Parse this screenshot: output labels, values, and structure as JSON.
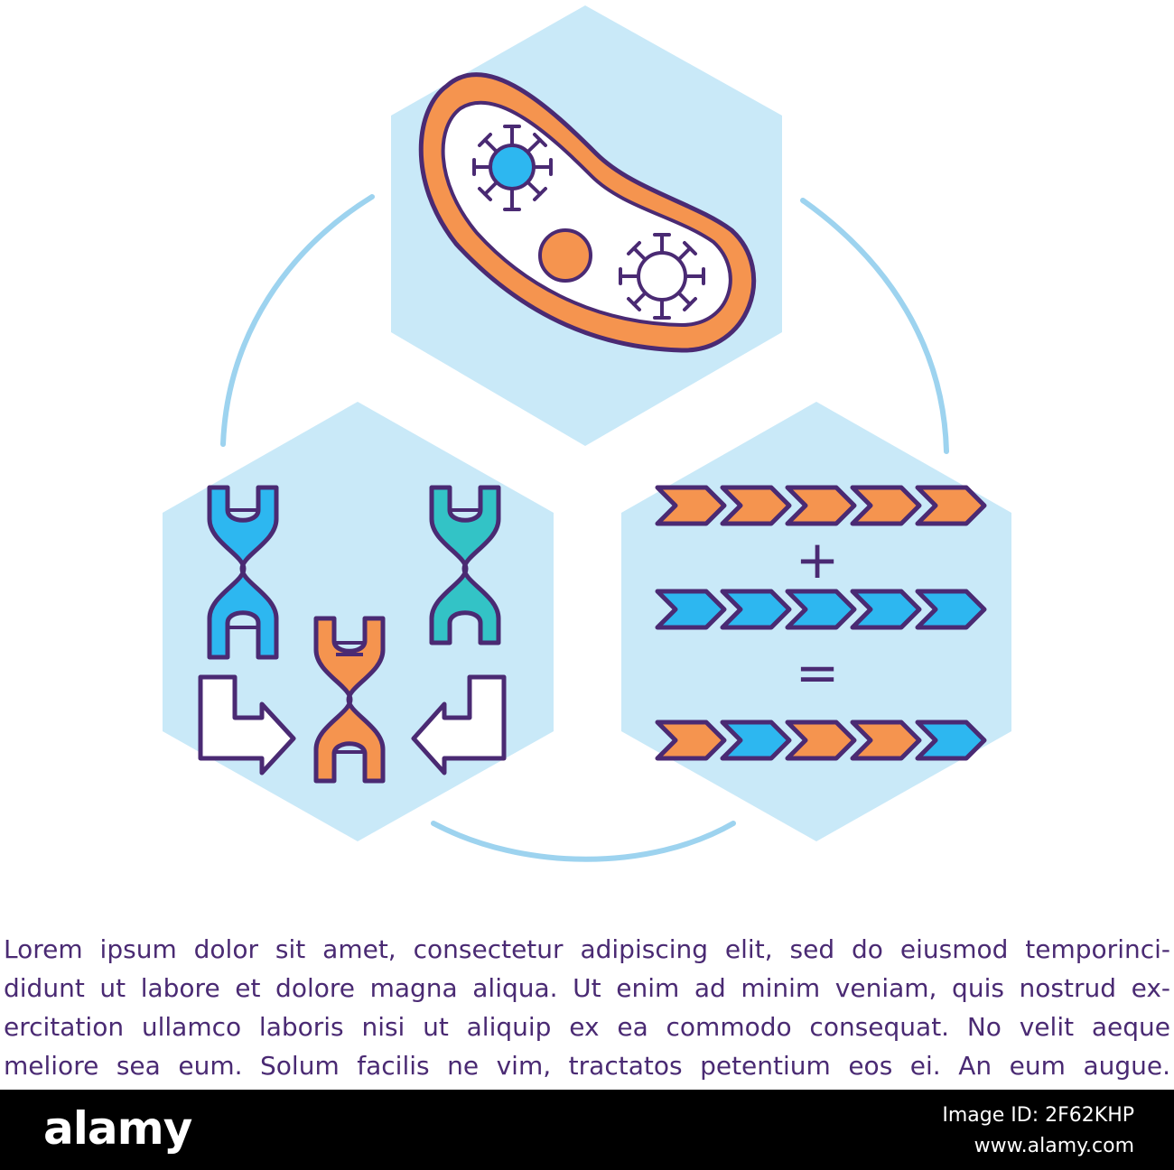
{
  "colors": {
    "hex_fill": "#c9e9f8",
    "ring": "#9dd3ef",
    "outline": "#4a2a73",
    "orange": "#f5944f",
    "blue": "#2db7f0",
    "teal": "#33c3c6",
    "white": "#ffffff",
    "text": "#4a2a73",
    "footer_bg": "#000000"
  },
  "icons": {
    "top": "bacterium-icon",
    "left": "dna-recombination-icon",
    "right": "sequence-merge-icon"
  },
  "sequence": {
    "row1": [
      "orange",
      "orange",
      "orange",
      "orange",
      "orange"
    ],
    "row2": [
      "blue",
      "blue",
      "blue",
      "blue",
      "blue"
    ],
    "row3": [
      "orange",
      "blue",
      "orange",
      "orange",
      "blue"
    ],
    "plus": "+",
    "equals": "="
  },
  "body": {
    "line1": "Lorem ipsum dolor sit amet, consectetur adipiscing elit, sed do eiusmod temporinci-",
    "line2": "didunt ut labore et dolore magna aliqua. Ut enim ad minim veniam, quis nostrud ex-",
    "line3": "ercitation ullamco laboris nisi ut aliquip ex ea commodo consequat. No velit aeque",
    "line4": "meliore sea eum. Solum facilis ne vim, tractatos petentium eos ei. An eum augue."
  },
  "footer": {
    "brand": "alamy",
    "image_id": "Image ID: 2F62KHP",
    "site": "www.alamy.com"
  }
}
